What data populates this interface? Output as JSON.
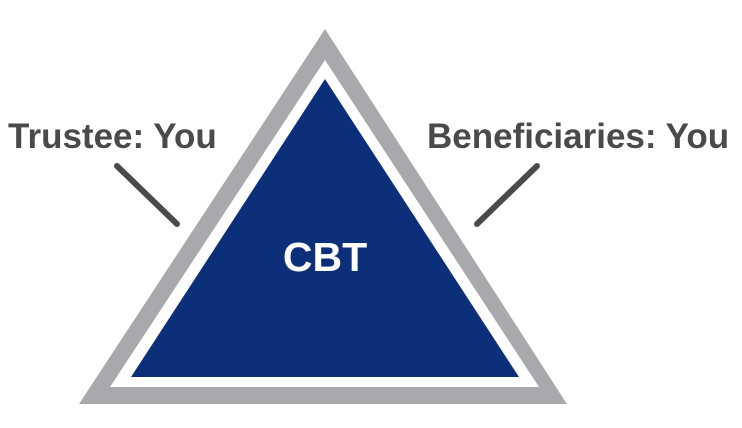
{
  "diagram": {
    "center_label": "CBT",
    "left_label": "Trustee: You",
    "right_label": "Beneficiaries: You"
  },
  "colors": {
    "outer_border": "#a7a9ad",
    "inner_gap": "#ffffff",
    "fill": "#0b2f79",
    "center_text": "#ffffff",
    "label_text": "#4a4a4a",
    "connector": "#4a4a4a"
  }
}
